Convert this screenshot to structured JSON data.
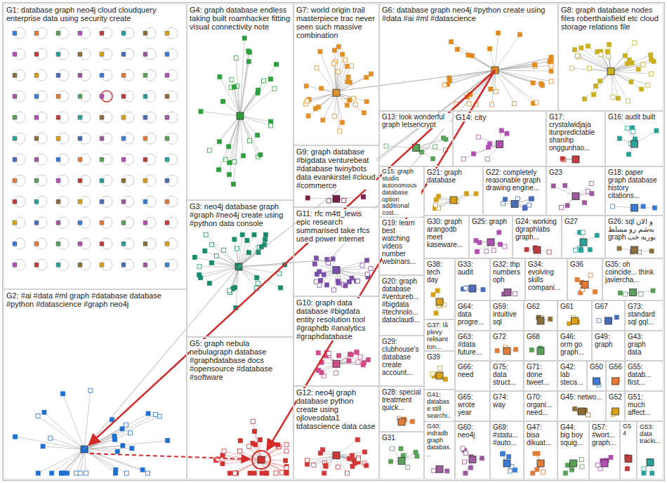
{
  "diagram": {
    "nodes": [
      {
        "text": [
          "G1: database graph neo4j cloud cloudquery enterprise data using security create"
        ]
      },
      {
        "text": [
          "G2: #ai #data #ml graph #database database #python #datascience #graph neo4j"
        ]
      },
      {
        "text": [
          "G4: graph database endless taking built roamhacker fitting visual connectivity note"
        ]
      },
      {
        "text": [
          "G3: neo4j database graph #graph #neo4j create using #python data console"
        ]
      },
      {
        "text": [
          "G5: graph nebula nebulagraph database #graphdatabase docs #opensource #database #software"
        ]
      },
      {
        "text": [
          "G7: world origin trail masterpiece trac never seen such massive combination"
        ]
      },
      {
        "text": [
          "G9: graph database #bigdata venturebeat #database twinybots data evankirstel #cloud #commerce"
        ]
      },
      {
        "text": [
          "G11: rfc m4tt_lewis epic research summarised take rfcs used power internet"
        ]
      },
      {
        "text": [
          "G10: graph data database #bigdata entity resolution tool #graphdb #analytics #graphdatabase"
        ]
      },
      {
        "text": [
          "G12: neo4j graph database python create using ojlovesdata1 tdatascience data case"
        ]
      },
      {
        "text": [
          "G6: database graph neo4j #python create using #data #ai #ml #datascience"
        ]
      },
      {
        "text": [
          "G8: graph database nodes files roberthaisfield etc cloud storage relations file"
        ]
      },
      {
        "text": [
          "G13: look wonderful graph letsencrypt"
        ]
      },
      {
        "text": [
          "G14: city"
        ]
      },
      {
        "text": [
          "G17: crystalwidjaja itunpredictable shanihp onggunhao..."
        ]
      },
      {
        "text": [
          "G16: audit built"
        ]
      },
      {
        "text": [
          "G15: graph studio autonomous database option additional cost..."
        ]
      },
      {
        "text": [
          "G21: graph database"
        ]
      },
      {
        "text": [
          "G22: completely reasonable graph drawing engine..."
        ]
      },
      {
        "text": [
          "G23"
        ]
      },
      {
        "text": [
          "G18: paper graph database history citations..."
        ]
      },
      {
        "text": [
          "G19: learn best watching videos number webinars..."
        ]
      },
      {
        "text": [
          "G30: graph arangodb meet kaseware..."
        ]
      },
      {
        "text": [
          "G25: graph"
        ]
      },
      {
        "text": [
          "G24: working dgraphlabs graph..."
        ]
      },
      {
        "text": [
          "G27"
        ]
      },
      {
        "text": [
          "G26: sql و الان به‌شم رو مسلط graph بوریه خب"
        ]
      },
      {
        "text": [
          "G38: tech day"
        ]
      },
      {
        "text": [
          "G33: audit"
        ]
      },
      {
        "text": [
          "G32: thp numbers oph"
        ]
      },
      {
        "text": [
          "G34: evolving skills compani..."
        ]
      },
      {
        "text": [
          "G36"
        ]
      },
      {
        "text": [
          "G35: oh coincide... think javiercha..."
        ]
      },
      {
        "text": [
          "G20: graph database #ventureb... #bigdata #technolo... dataclaudi..."
        ]
      },
      {
        "text": [
          "G64: data progre..."
        ]
      },
      {
        "text": [
          "G59: intuitive sql"
        ]
      },
      {
        "text": [
          "G62"
        ]
      },
      {
        "text": [
          "G61"
        ]
      },
      {
        "text": [
          "G67"
        ]
      },
      {
        "text": [
          "G73: standard sql gql..."
        ]
      },
      {
        "text": [
          "G63: #data future..."
        ]
      },
      {
        "text": [
          "G72"
        ]
      },
      {
        "text": [
          "G68"
        ]
      },
      {
        "text": [
          "G46: orm go graph..."
        ]
      },
      {
        "text": [
          "G49: graph"
        ]
      },
      {
        "text": [
          "G43: graph data"
        ]
      },
      {
        "text": [
          "G66: need"
        ]
      },
      {
        "text": [
          "G75: data struct..."
        ]
      },
      {
        "text": [
          "G71: done tweet..."
        ]
      },
      {
        "text": [
          "G42: lab steca..."
        ]
      },
      {
        "text": [
          "G50"
        ]
      },
      {
        "text": [
          "G56"
        ]
      },
      {
        "text": [
          "G55: datab... first..."
        ]
      },
      {
        "text": [
          "G65: wrote year"
        ]
      },
      {
        "text": [
          "G74: way"
        ]
      },
      {
        "text": [
          "G70: organi... need..."
        ]
      },
      {
        "text": [
          "G45: netwo..."
        ]
      },
      {
        "text": [
          "G52"
        ]
      },
      {
        "text": [
          "G51: much affect..."
        ]
      },
      {
        "text": [
          "G60: neo4j"
        ]
      },
      {
        "text": [
          "G69: #statu... #auto..."
        ]
      },
      {
        "text": [
          "G47: bisa dikuat..."
        ]
      },
      {
        "text": [
          "G44: big boy squig..."
        ]
      },
      {
        "text": [
          "G57: #wort... graph..."
        ]
      },
      {
        "text": [
          "G54"
        ]
      },
      {
        "text": [
          "G53: data tracki..."
        ]
      },
      {
        "text": [
          "G37: lâ plevy relisant ton..."
        ]
      },
      {
        "text": [
          "G39"
        ]
      },
      {
        "text": [
          "G41: database still searchi..."
        ]
      },
      {
        "text": [
          "G40: indradb graph databas..."
        ]
      },
      {
        "text": [
          "G29: clubhouse's database create account..."
        ]
      },
      {
        "text": [
          "G28: special treatment quick..."
        ]
      },
      {
        "text": [
          "G31"
        ]
      }
    ]
  }
}
